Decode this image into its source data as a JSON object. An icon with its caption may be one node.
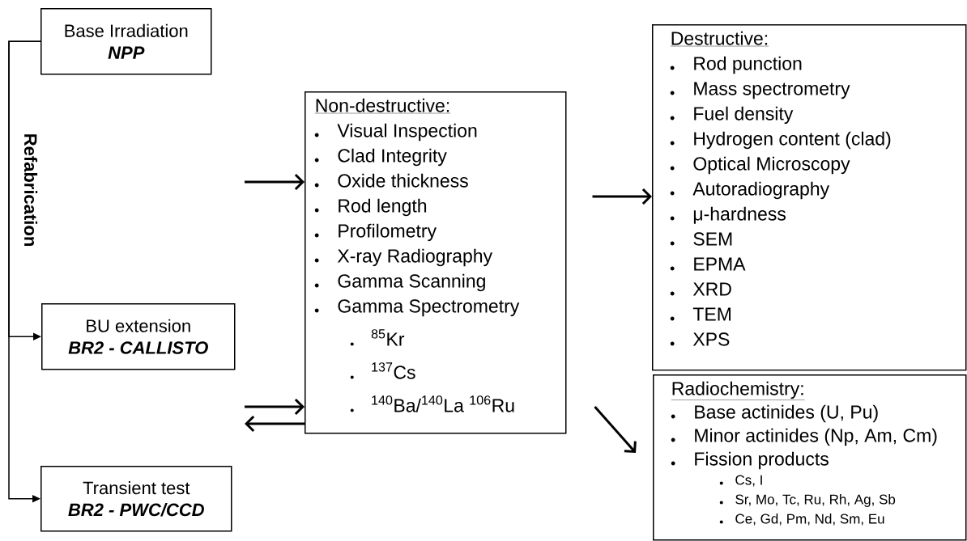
{
  "diagram": {
    "nodes": [
      {
        "text": [
          "Base Irradiation",
          "NPP"
        ]
      },
      {
        "text": [
          "BU extension",
          "BR2 - CALLISTO"
        ]
      },
      {
        "text": [
          "Transient test",
          "BR2 - PWC/CCD"
        ]
      },
      {
        "text": [
          "Non-destructive:",
          "Visual Inspection",
          "Clad Integrity",
          "Oxide thickness",
          "Rod length",
          "Profilometry",
          "X-ray Radiography",
          "Gamma Scanning",
          "Gamma Spectrometry",
          "$^{85}$Kr",
          "$^{137}$Cs",
          "$^{140}$Ba/$^{140}$La $^{106}$Ru"
        ]
      },
      {
        "text": [
          "Destructive:",
          "Rod punction",
          "Mass spectrometry",
          "Fuel density",
          "Hydrogen content (clad)",
          "Optical Microscopy",
          "Autoradiography",
          "μ-hardness",
          "SEM",
          "EPMA",
          "XRD",
          "TEM",
          "XPS"
        ]
      },
      {
        "text": [
          "Radiochemistry:",
          "Base actinides (U, Pu)",
          "Minor actinides (Np, Am, Cm)",
          "Fission products",
          "Cs, I",
          "Sr, Mo, Tc, Ru, Rh, Ag, Sb",
          "Ce, Gd, Pm, Nd, Sm, Eu"
        ]
      }
    ],
    "edges": [
      {
        "from": 0,
        "to": 1,
        "arrow": "to"
      },
      {
        "from": 0,
        "to": 2,
        "arrow": "to"
      },
      {
        "from": null,
        "to": 3,
        "arrow": "to"
      },
      {
        "from": null,
        "to": 3,
        "arrow": "to"
      },
      {
        "from": 3,
        "to": null,
        "arrow": "to"
      },
      {
        "from": 3,
        "to": 4,
        "arrow": "to"
      },
      {
        "from": 3,
        "to": 5,
        "arrow": "to"
      }
    ],
    "labels": [
      "Refabrication"
    ]
  }
}
